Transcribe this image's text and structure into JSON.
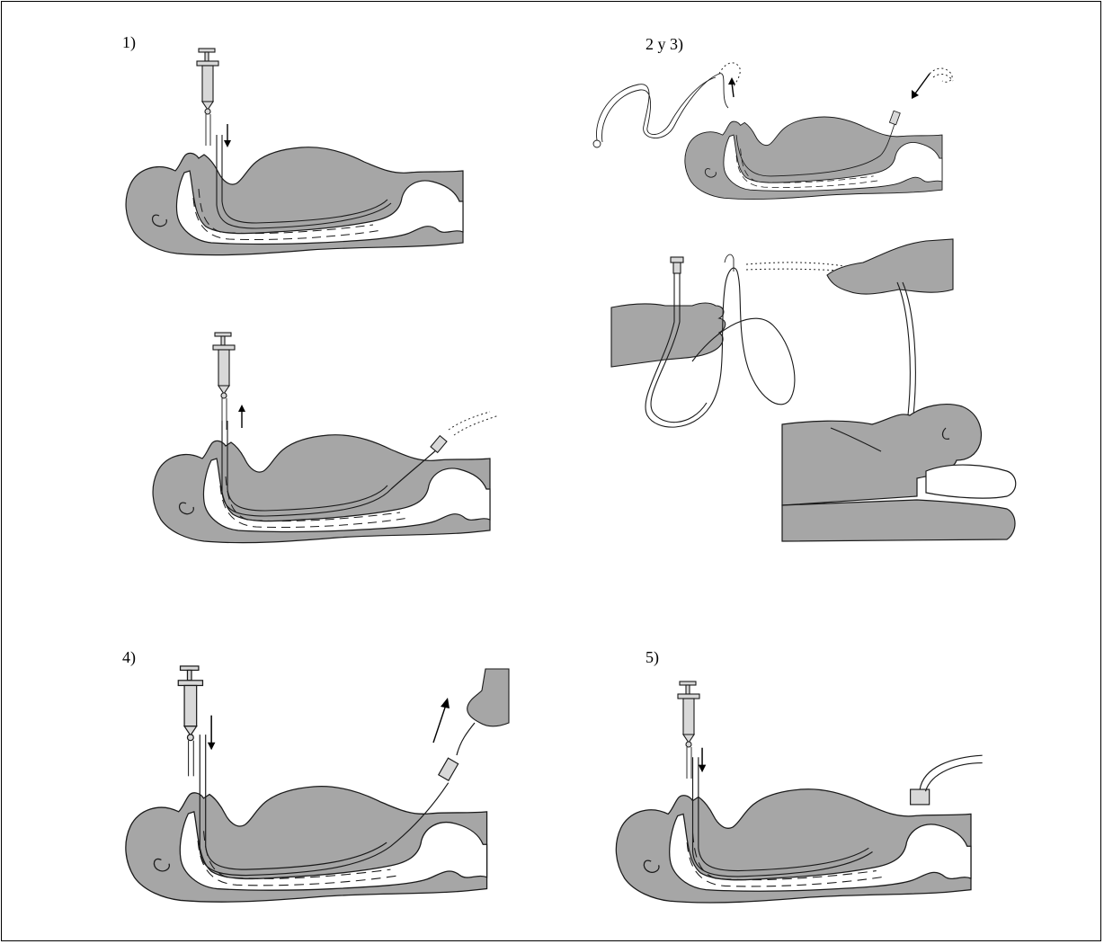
{
  "labels": {
    "step1": "1)",
    "step23": "2 y 3)",
    "step4": "4)",
    "step5": "5)"
  },
  "colors": {
    "background": "#ffffff",
    "body": "#a6a6a6",
    "outline": "#1a1a1a",
    "border": "#000000"
  },
  "icons": {
    "syringe": "syringe-icon",
    "hand": "hand-icon",
    "arrow": "arrow-icon"
  }
}
